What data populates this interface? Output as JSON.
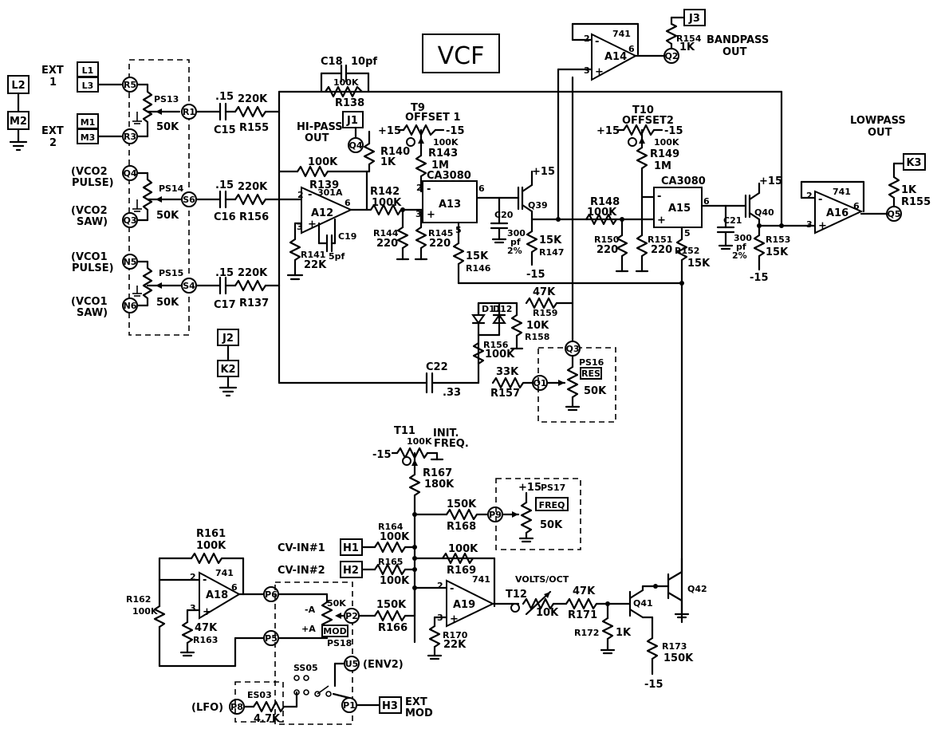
{
  "title": "VCF",
  "connectors": {
    "L2": "L2",
    "M2": "M2",
    "L1": "L1",
    "L3": "L3",
    "M1": "M1",
    "M3": "M3",
    "J1": "J1",
    "J2": "J2",
    "K2": "K2",
    "J3": "J3",
    "K3": "K3",
    "H1": "H1",
    "H2": "H2",
    "H3": "H3"
  },
  "labels": {
    "ext1": "EXT",
    "ext1b": "1",
    "ext2": "EXT",
    "ext2b": "2",
    "vco2pulse_a": "(VCO2",
    "vco2pulse_b": "PULSE)",
    "vco2saw_a": "(VCO2",
    "vco2saw_b": "SAW)",
    "vco1pulse_a": "(VCO1",
    "vco1pulse_b": "PULSE)",
    "vco1saw_a": "(VCO1",
    "vco1saw_b": "SAW)",
    "hipass_a": "HI-PASS",
    "hipass_b": "OUT",
    "bandpass_a": "BANDPASS",
    "bandpass_b": "OUT",
    "lowpass_a": "LOWPASS",
    "lowpass_b": "OUT",
    "cvin1": "CV-IN#1",
    "cvin2": "CV-IN#2",
    "voltsoct": "VOLTS/OCT",
    "initfreq_a": "INIT.",
    "initfreq_b": "FREQ.",
    "extmod_a": "EXT",
    "extmod_b": "MOD",
    "lfo": "(LFO)",
    "env2": "(ENV2)",
    "offset1": "OFFSET 1",
    "offset2": "OFFSET2",
    "res": "RES",
    "freq": "FREQ",
    "mod": "MOD",
    "ps513": "PS13",
    "ps514": "PS14",
    "ps515": "PS15",
    "ps516": "PS16",
    "ps517": "PS17",
    "ps518": "PS18",
    "ss05": "SS05",
    "es03": "ES03"
  },
  "nodes": [
    "R5",
    "R3",
    "R1",
    "Q4",
    "Q3",
    "Q2",
    "Q1",
    "S6",
    "S4",
    "N5",
    "N6",
    "Q5",
    "P6",
    "P5",
    "P2",
    "P9",
    "P8",
    "P1",
    "U5"
  ],
  "components": {
    "C18": "C18",
    "C18v": "10pf",
    "R138": "R138",
    "R138v": "100K",
    "C15": "C15",
    "C15v": ".15",
    "R155": "R155",
    "R155v": "220K",
    "C16": "C16",
    "C16v": ".15",
    "R156b": "R156",
    "R156bv": "220K",
    "C17": "C17",
    "C17v": ".15",
    "R137": "R137",
    "R137v": "220K",
    "R139": "R139",
    "R139v": "100K",
    "R140": "R140",
    "R140v": "1K",
    "A12": "A12",
    "A12t": "301A",
    "C19": "C19",
    "C19v": "5pf",
    "R141": "R141",
    "R141v": "22K",
    "R142": "R142",
    "R142v": "100K",
    "R144": "R144",
    "R144v": "220",
    "R145": "R145",
    "R145v": "220",
    "T9": "T9",
    "T9v": "100K",
    "R143": "R143",
    "R143v": "1M",
    "A13": "A13",
    "A13t": "CA3080",
    "Q39": "Q39",
    "C20": "C20",
    "C20v": "300",
    "R147": "R147",
    "R147v": "15K",
    "R146": "R146",
    "R146v": "15K",
    "A14": "A14",
    "A14t": "741",
    "R154": "R154",
    "R154v": "1K",
    "T10": "T10",
    "T10v": "100K",
    "R149": "R149",
    "R149v": "1M",
    "R148": "R148",
    "R148v": "100K",
    "A15": "A15",
    "A15t": "CA3080",
    "R150": "R150",
    "R150v": "220",
    "R151": "R151",
    "R151v": "220",
    "R152": "R152",
    "R152v": "15K",
    "C21": "C21",
    "C21v": "300",
    "Q40": "Q40",
    "R153": "R153",
    "R153v": "15K",
    "A16": "A16",
    "A16t": "741",
    "R155b": "R155",
    "R155bv": "1K",
    "D11": "D11",
    "D12": "D12",
    "R159": "R159",
    "R159v": "47K",
    "R158": "R158",
    "R158v": "10K",
    "R156": "R156",
    "R156v": "100K",
    "C22": "C22",
    "C22v": ".33",
    "R157": "R157",
    "R157v": "33K",
    "T11": "T11",
    "T11v": "100K",
    "R167": "R167",
    "R167v": "180K",
    "R168": "R168",
    "R168v": "150K",
    "R164": "R164",
    "R164v": "100K",
    "R165": "R165",
    "R165v": "100K",
    "R169": "R169",
    "R169v": "100K",
    "A19": "A19",
    "A19t": "741",
    "R166": "R166",
    "R166v": "150K",
    "R170": "R170",
    "R170v": "22K",
    "T12": "T12",
    "T12v": "10K",
    "R171": "R171",
    "R171v": "47K",
    "R172": "R172",
    "R172v": "1K",
    "Q41": "Q41",
    "Q42": "Q42",
    "R173": "R173",
    "R173v": "150K",
    "R161": "R161",
    "R161v": "100K",
    "A18": "A18",
    "A18t": "741",
    "R162": "R162",
    "R162v": "100K",
    "R163": "R163",
    "R163v": "47K",
    "R503": "4.7K"
  },
  "rails": {
    "pos15": "+15",
    "neg15": "-15",
    "pot50k": "50K",
    "pf": "pf",
    "pct2": "2%"
  }
}
